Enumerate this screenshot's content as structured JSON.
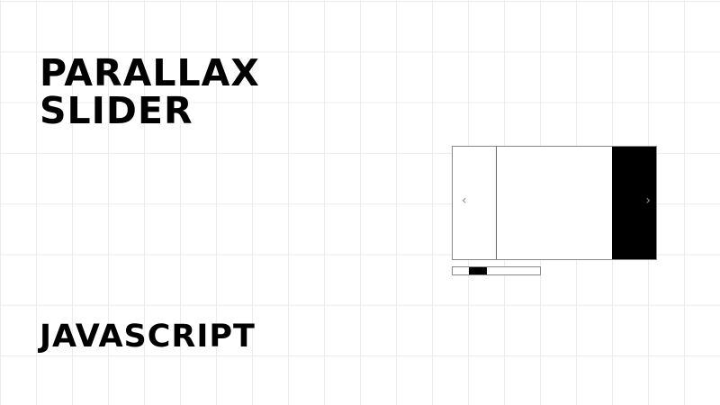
{
  "title_line1": "PARALLAX",
  "title_line2": "SLIDER",
  "subtitle": "JAVASCRIPT",
  "slider": {
    "prev_icon": "‹",
    "next_icon": "›",
    "progress_fraction": 0.2
  }
}
